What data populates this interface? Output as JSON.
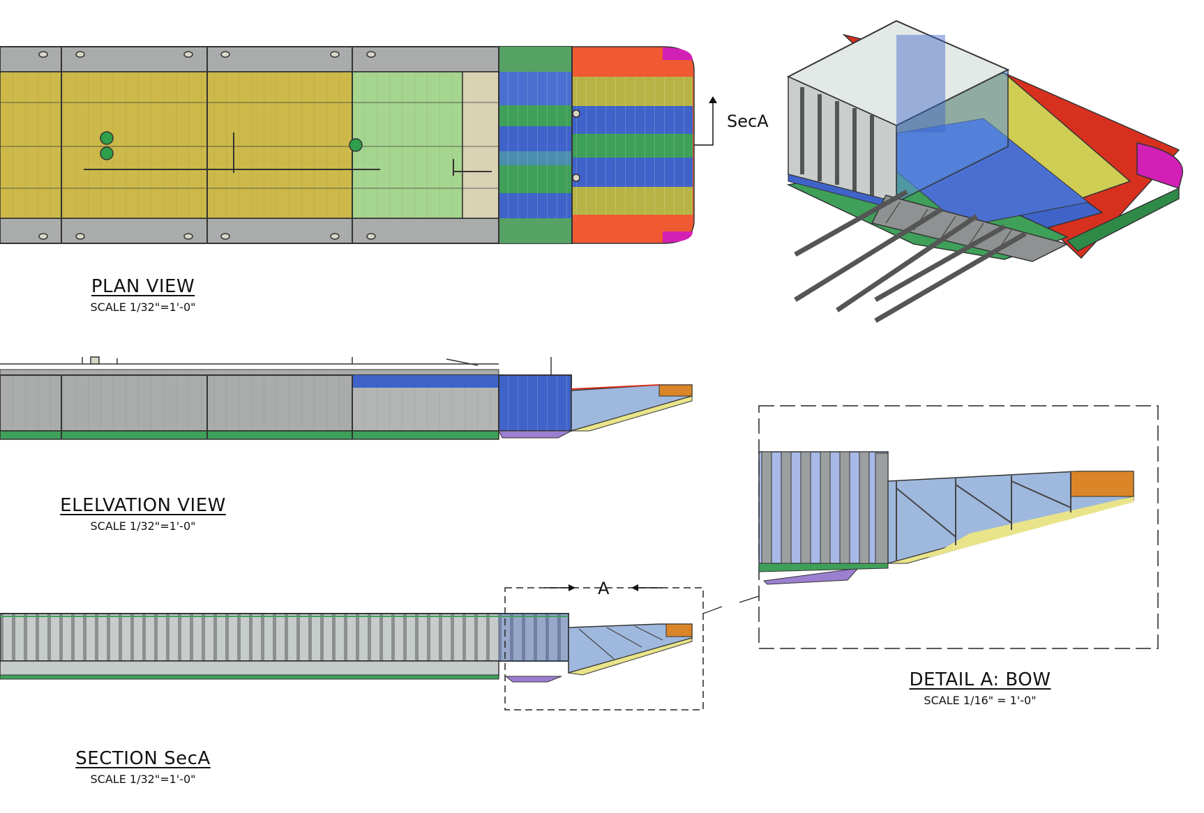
{
  "views": {
    "plan": {
      "title": "PLAN VIEW",
      "scale": "SCALE 1/32\"=1'-0\""
    },
    "elevation": {
      "title": "ELELVATION VIEW",
      "scale": "SCALE 1/32\"=1'-0\""
    },
    "section": {
      "title": "SECTION SecA",
      "scale": "SCALE 1/32\"=1'-0\""
    },
    "detail": {
      "title": "DETAIL  A: BOW",
      "scale": "SCALE 1/16\" = 1'-0\""
    }
  },
  "callouts": {
    "section_marker": "SecA",
    "detail_marker": "A"
  },
  "colors": {
    "deck_gray": "#a9acab",
    "hull_yellow": "#cdb94a",
    "light_green": "#a6d58f",
    "tan": "#d9d2b3",
    "band_blue": "#3f63c9",
    "band_green": "#3fa05a",
    "orange_red": "#ef5a33",
    "olive": "#b7b445",
    "magenta": "#d21fb5",
    "red": "#d8301f",
    "frame_gray": "#8f9292",
    "glass": "#9fb8dd",
    "wedge_yellow": "#e9e48a",
    "orange": "#d98528",
    "purple": "#9b7fd0"
  }
}
